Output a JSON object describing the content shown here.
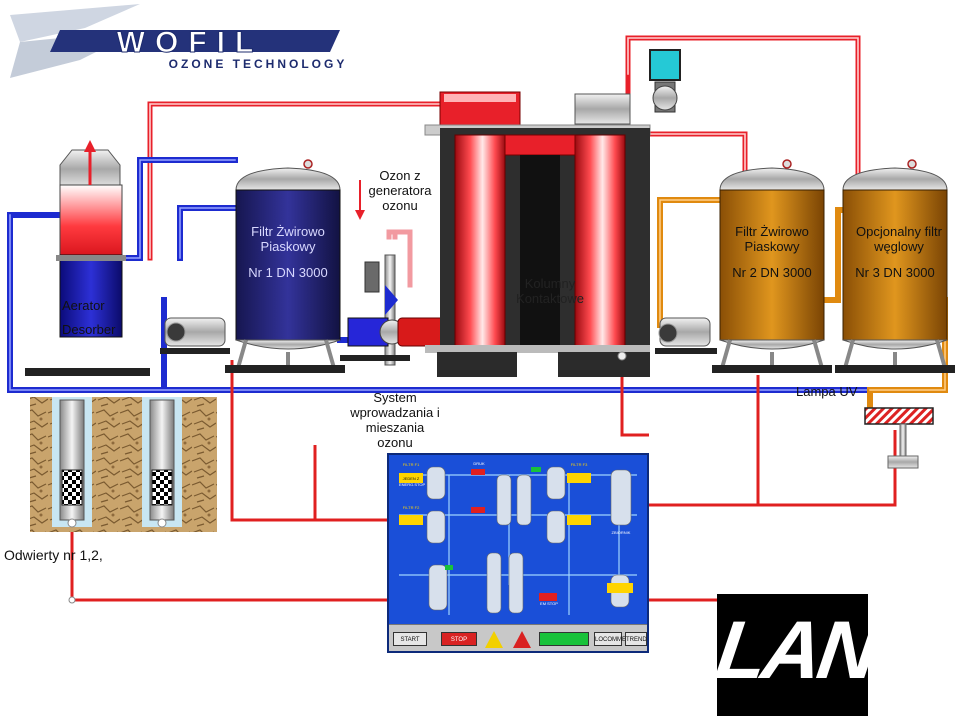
{
  "logo": {
    "brand": "WOFIL",
    "tagline": "OZONE TECHNOLOGY"
  },
  "labels": {
    "ozone_source": [
      "Ozon z",
      "generatora",
      "ozonu"
    ],
    "aerator": "Aerator",
    "desorber": "Desorber",
    "filter1": [
      "Filtr Żwirowo",
      "Piaskowy"
    ],
    "filter1_size": "Nr 1 DN 3000",
    "columns": [
      "Kolumny",
      "Kontaktowe"
    ],
    "filter2": [
      "Filtr Żwirowo",
      "Piaskowy"
    ],
    "filter2_size": "Nr 2 DN 3000",
    "filter3": [
      "Opcjonalny filtr",
      "węglowy"
    ],
    "filter3_size": "Nr 3 DN 3000",
    "mixing_system": [
      "System",
      "wprowadzania i",
      "mieszania",
      "ozonu"
    ],
    "uv_lamp": "Lampa UV",
    "wells": "Odwierty  nr 1,2,",
    "lan": "LAN"
  },
  "hmi": {
    "buttons": [
      "START",
      "STOP",
      "LOCOMMES",
      "TREND"
    ],
    "panel_labels": [
      "FILTR F1",
      "JEDEN Z",
      "ENERG.STOP",
      "FILTR F2",
      "FILTR F3",
      "ZBIORNIK",
      "DRUK",
      "EM STOP"
    ]
  },
  "colors": {
    "ozone_pipe": "#e8202a",
    "water_pipe": "#1d2bd0",
    "treated_pipe": "#e08a10",
    "hmi_bg": "#1a4fd8",
    "bronze_tank": "#c47a12",
    "dark_tank": "#2a2a8a"
  }
}
